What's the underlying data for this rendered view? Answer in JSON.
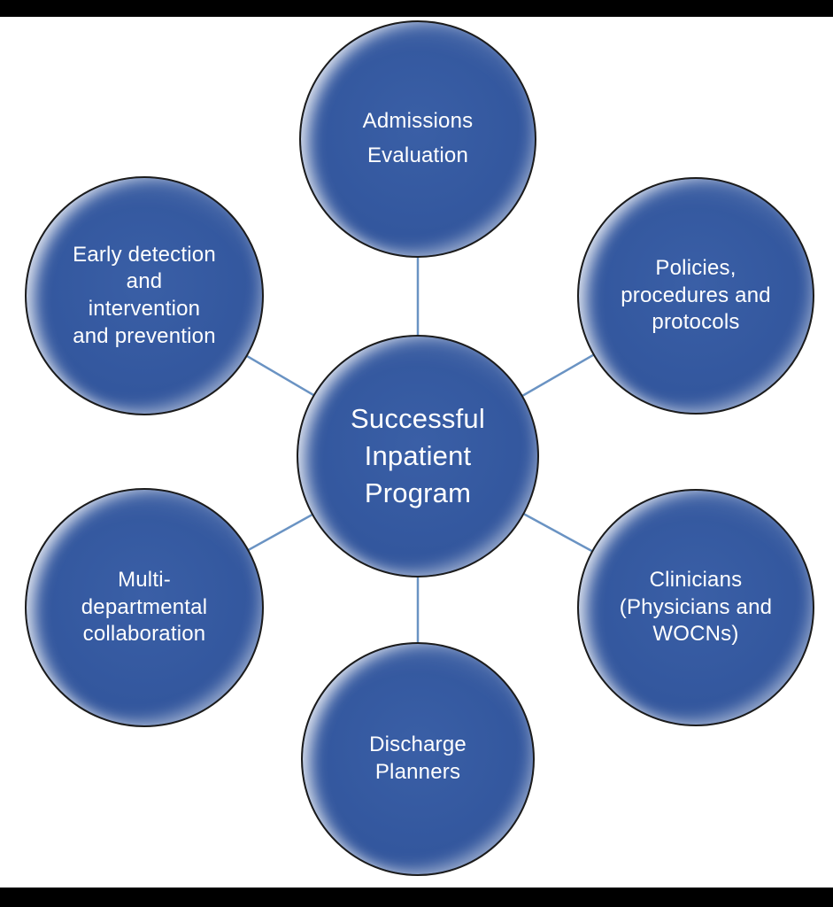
{
  "diagram": {
    "type": "radial-cycle",
    "hub": {
      "id": "successful-inpatient-program",
      "label": "Successful\nInpatient\nProgram"
    },
    "nodes": [
      {
        "id": "admissions-evaluation",
        "position": "top",
        "label": "Admissions\nEvaluation"
      },
      {
        "id": "policies-procedures-protocols",
        "position": "top-right",
        "label": "Policies,\nprocedures and\nprotocols"
      },
      {
        "id": "clinicians-physicians-wocns",
        "position": "bottom-right",
        "label": "Clinicians\n(Physicians and\nWOCNs)"
      },
      {
        "id": "discharge-planners",
        "position": "bottom",
        "label": "Discharge\nPlanners"
      },
      {
        "id": "multi-departmental-collaboration",
        "position": "bottom-left",
        "label": "Multi-\ndepartmental\ncollaboration"
      },
      {
        "id": "early-detection-intervention",
        "position": "top-left",
        "label": "Early detection\nand\nintervention\nand prevention"
      }
    ],
    "colors": {
      "node_fill": "#33579E",
      "node_fill_light": "#3A5FA6",
      "node_outline": "#1C1C1C",
      "connector": "#6A93C3",
      "text": "#FFFFFF",
      "background": "#FFFFFF",
      "letterbox": "#000000"
    }
  }
}
